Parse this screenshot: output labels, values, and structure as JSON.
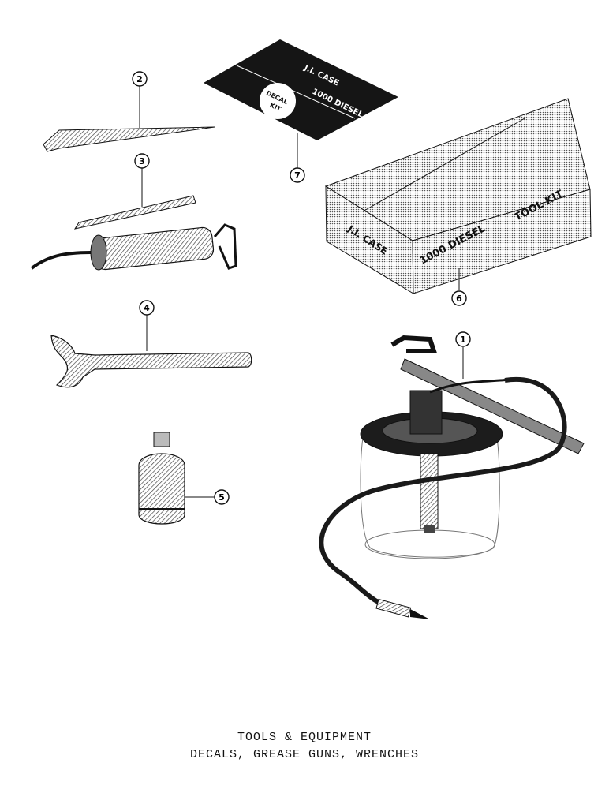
{
  "caption": {
    "line1": "TOOLS & EQUIPMENT",
    "line2": "DECALS, GREASE GUNS, WRENCHES"
  },
  "callouts": [
    "1",
    "2",
    "3",
    "4",
    "5",
    "6",
    "7"
  ],
  "decal_kit": {
    "line1": "J.I. CASE",
    "line2": "1000 DIESEL",
    "badge_line1": "DECAL",
    "badge_line2": "KIT"
  },
  "tool_kit_box": {
    "brand": "J.I. CASE",
    "model": "1000 DIESEL",
    "label": "TOOL KIT"
  },
  "colors": {
    "ink": "#111111",
    "paper": "#ffffff",
    "shade": "#888888"
  }
}
